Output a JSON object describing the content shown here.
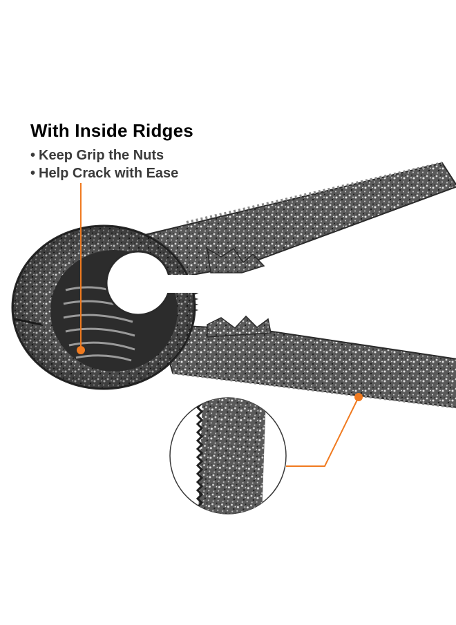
{
  "callout": {
    "heading": "With Inside Ridges",
    "bullets": [
      "Keep Grip the Nuts",
      "Help Crack with Ease"
    ]
  },
  "colors": {
    "accent": "#f07a1f",
    "metal_dark": "#3b3b3b",
    "metal_light": "#b9b9b9",
    "background": "#ffffff"
  },
  "illustration": {
    "subject": "nutcracker-pliers",
    "zoom_detail": "serrated-handle-edge"
  }
}
